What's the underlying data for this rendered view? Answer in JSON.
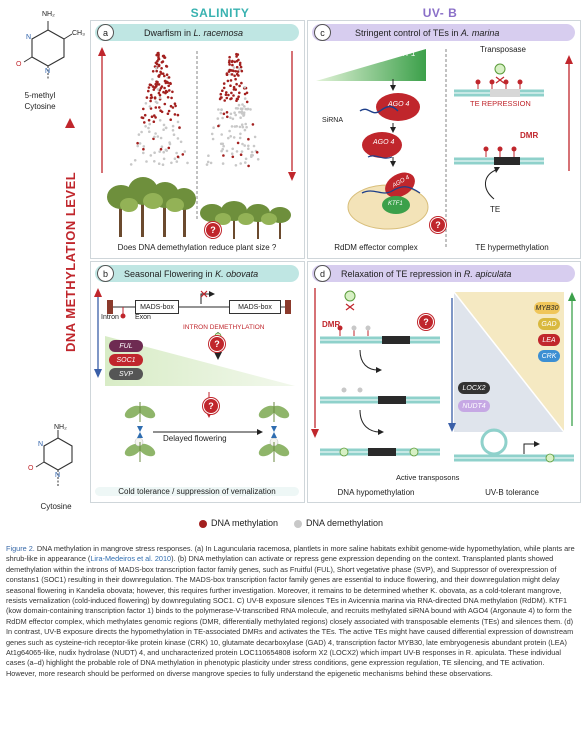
{
  "headers": {
    "salinity": "SALINITY",
    "uvb": "UV- B"
  },
  "side": {
    "top_molecule_label": "5-methyl\nCytosine",
    "top_nh2": "NH₂",
    "top_ch3": "CH₃",
    "bottom_molecule_label": "Cytosine",
    "bottom_nh2": "NH₂",
    "axis_label": "DNA METHYLATION LEVEL"
  },
  "panel_a": {
    "letter": "a",
    "title_prefix": "Dwarfism in ",
    "title_species": "L. racemosa",
    "question": "Does DNA demethylation reduce plant size ?"
  },
  "panel_b": {
    "letter": "b",
    "title_prefix": "Seasonal Flowering in ",
    "title_species": "K. obovata",
    "madsbox1": "MADS-box",
    "madsbox2": "MADS-box",
    "intron": "Intron",
    "exon": "Exon",
    "intron_demethylation": "INTRON DEMETHYLATION",
    "genes": [
      "FUL",
      "SOC1",
      "SVP"
    ],
    "delayed": "Delayed flowering",
    "footer": "Cold tolerance / suppression of vernalization"
  },
  "panel_c": {
    "letter": "c",
    "title_prefix": "Stringent control of TEs in ",
    "title_species": "A. marina",
    "ktf1": "KTF1",
    "ago4": "AGO 4",
    "sirna": "SiRNA",
    "transposase": "Transposase",
    "te_repression": "TE REPRESSION",
    "dmr": "DMR",
    "te": "TE",
    "footer_left": "RdDM effector complex",
    "footer_right": "TE hypermethylation"
  },
  "panel_d": {
    "letter": "d",
    "title_prefix": "Relaxation of TE repression in ",
    "title_species": "R. apiculata",
    "dmr": "DMR",
    "genes_right": [
      "MYB30",
      "GAD",
      "LEA",
      "CRK"
    ],
    "genes_left": [
      "LOCX2",
      "NUDT4"
    ],
    "active": "Active transposons",
    "footer_left": "DNA hypomethylation",
    "footer_right": "UV-B tolerance"
  },
  "legend": {
    "methylation": "DNA methylation",
    "demethylation": "DNA demethylation"
  },
  "colors": {
    "methyl": "#a3201f",
    "demethyl": "#c8c8c8",
    "salinity": "#38b2b0",
    "uvb": "#8a6fc8",
    "teal_bar": "#bfe6e3",
    "purple_bar": "#d7cdef",
    "axis_red": "#c0262c"
  },
  "caption": {
    "label": "Figure 2.",
    "p1": " DNA methylation in mangrove stress responses. (a) In Laguncularia racemosa, plantlets in more saline habitats exhibit genome-wide hypomethylation, while plants are shrub-like in appearance (",
    "ref": "Lira-Medeiros et al. 2010",
    "p2": "). (b) DNA methylation can activate or repress gene expression depending on the context. Transplanted plants showed demethylation within the introns of MADS-box transcription factor family genes, such as Fruitful (FUL), Short vegetative phase (SVP), and Suppressor of overexpression of constans1 (SOC1) resulting in their downregulation. The MADS-box transcription factor family genes are essential to induce flowering, and their downregulation might delay seasonal flowering in Kandelia obovata; however, this requires further investigation. Moreover, it remains to be determined whether K. obovata, as a cold-tolerant mangrove, resists vernalization (cold-induced flowering) by downregulating SOC1. C) UV-B exposure silences TEs in Avicennia marina via RNA-directed DNA methylation (RdDM). KTF1 (kow domain-containing transcription factor 1) binds to the polymerase-V-transcribed RNA molecule, and recruits methylated siRNA bound with AGO4 (Argonaute 4) to form the RdDM effector complex, which methylates genomic regions (DMR, differentially methylated regions) closely associated with transposable elements (TEs) and silences them. (d) In contrast, UV-B exposure directs the hypomethylation in TE-associated DMRs and activates the TEs. The active TEs might have caused differential expression of downstream genes such as cysteine-rich receptor-like protein kinase (CRK) 10, glutamate decarboxylase (GAD) 4, transcription factor MYB30, late embryogenesis abundant protein (LEA) At1g64065-like, nudix hydrolase (NUDT) 4, and uncharacterized protein LOC110654808 isoform X2 (LOCX2) which impart UV-B responses in R. apiculata. These individual cases (a–d) highlight the probable role of DNA methylation in phenotypic plasticity under stress conditions, gene expression regulation, TE silencing, and TE activation. However, more research should be performed on diverse mangrove species to fully understand the epigenetic mechanisms behind these observations."
  }
}
